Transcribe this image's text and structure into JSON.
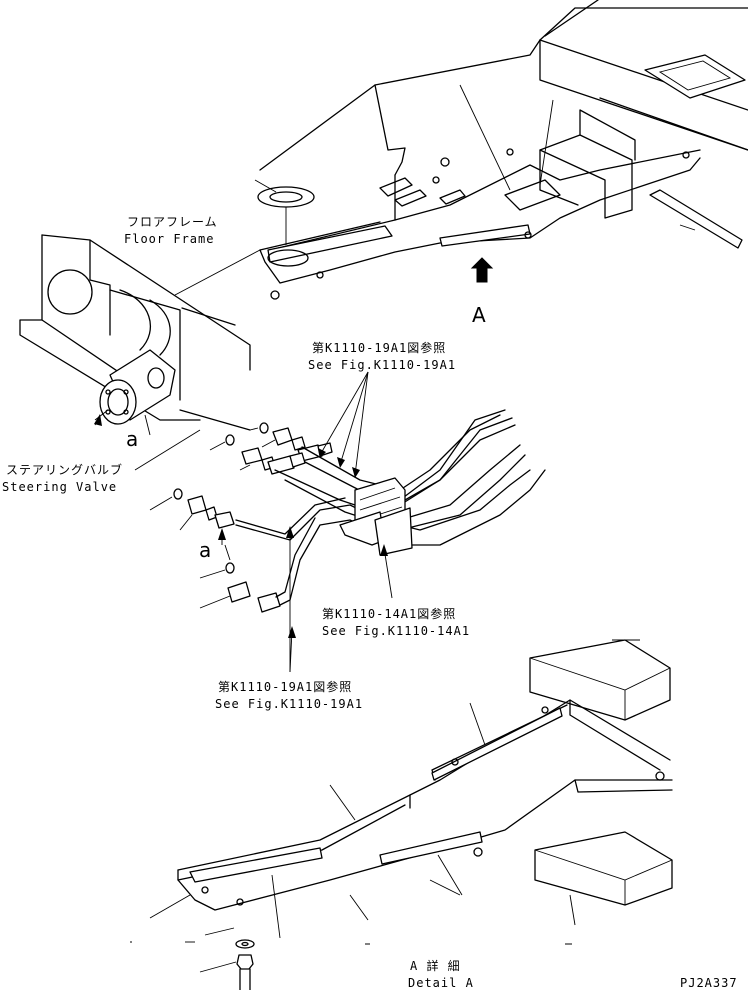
{
  "labels": {
    "floor_frame_jp": "フロアフレーム",
    "floor_frame_en": "Floor Frame",
    "view_a": "A",
    "ref_top_jp": "第K1110-19A1図参照",
    "ref_top_en": "See Fig.K1110-19A1",
    "steering_valve_jp": "ステアリングバルブ",
    "steering_valve_en": "Steering Valve",
    "conn_a1": "a",
    "conn_a2": "a",
    "ref_mid_jp": "第K1110-14A1図参照",
    "ref_mid_en": "See Fig.K1110-14A1",
    "ref_bot_jp": "第K1110-19A1図参照",
    "ref_bot_en": "See Fig.K1110-19A1",
    "detail_jp": "A 詳 細",
    "detail_en": "Detail A",
    "drawing_no": "PJ2A337"
  }
}
